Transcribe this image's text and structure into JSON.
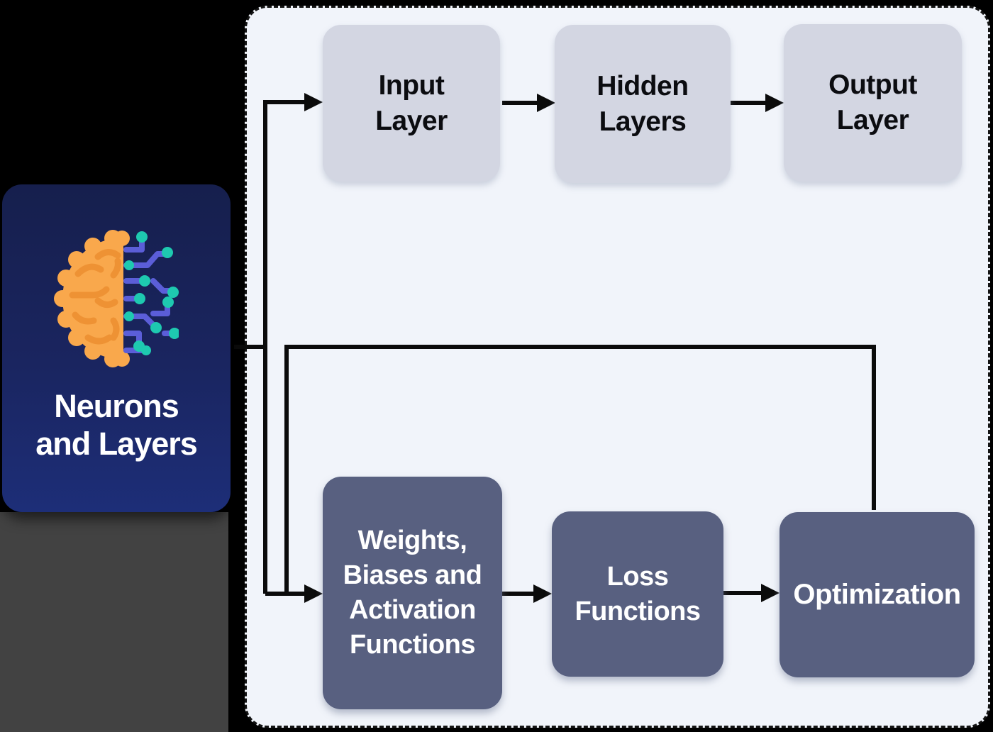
{
  "card": {
    "title": "Neurons\nand Layers",
    "icon": "brain-circuit-icon",
    "colors": {
      "bg_top": "#161F4D",
      "bg_bottom": "#1D2E78",
      "text": "#FFFFFF"
    }
  },
  "diagram": {
    "top_row": [
      {
        "id": "input-layer",
        "label": "Input\nLayer"
      },
      {
        "id": "hidden-layers",
        "label": "Hidden\nLayers"
      },
      {
        "id": "output-layer",
        "label": "Output\nLayer"
      }
    ],
    "bottom_row": [
      {
        "id": "weights-biases-activation",
        "label": "Weights,\nBiases and\nActivation\nFunctions"
      },
      {
        "id": "loss-functions",
        "label": "Loss\nFunctions"
      },
      {
        "id": "optimization",
        "label": "Optimization"
      }
    ],
    "edges": [
      {
        "from": "neurons-and-layers",
        "to": "input-layer"
      },
      {
        "from": "input-layer",
        "to": "hidden-layers"
      },
      {
        "from": "hidden-layers",
        "to": "output-layer"
      },
      {
        "from": "neurons-and-layers",
        "to": "weights-biases-activation"
      },
      {
        "from": "weights-biases-activation",
        "to": "loss-functions"
      },
      {
        "from": "loss-functions",
        "to": "optimization"
      },
      {
        "from": "optimization",
        "to": "weights-biases-activation",
        "type": "feedback"
      }
    ]
  },
  "colors": {
    "outer_background": "#000000",
    "outer_background_secondary": "#424242",
    "panel_background": "#F1F4FA",
    "panel_border": "#141414",
    "light_node_background": "#D3D6E2",
    "light_node_text": "#0B0C10",
    "dark_node_background": "#586080",
    "dark_node_text": "#FFFFFF",
    "connector": "#0B0B0B",
    "icon_brain_orange": "#F9A84C",
    "icon_brain_fold_orange": "#EE9234",
    "icon_circuit_purple": "#5B5ED8",
    "icon_circuit_teal": "#1EC9B0"
  }
}
